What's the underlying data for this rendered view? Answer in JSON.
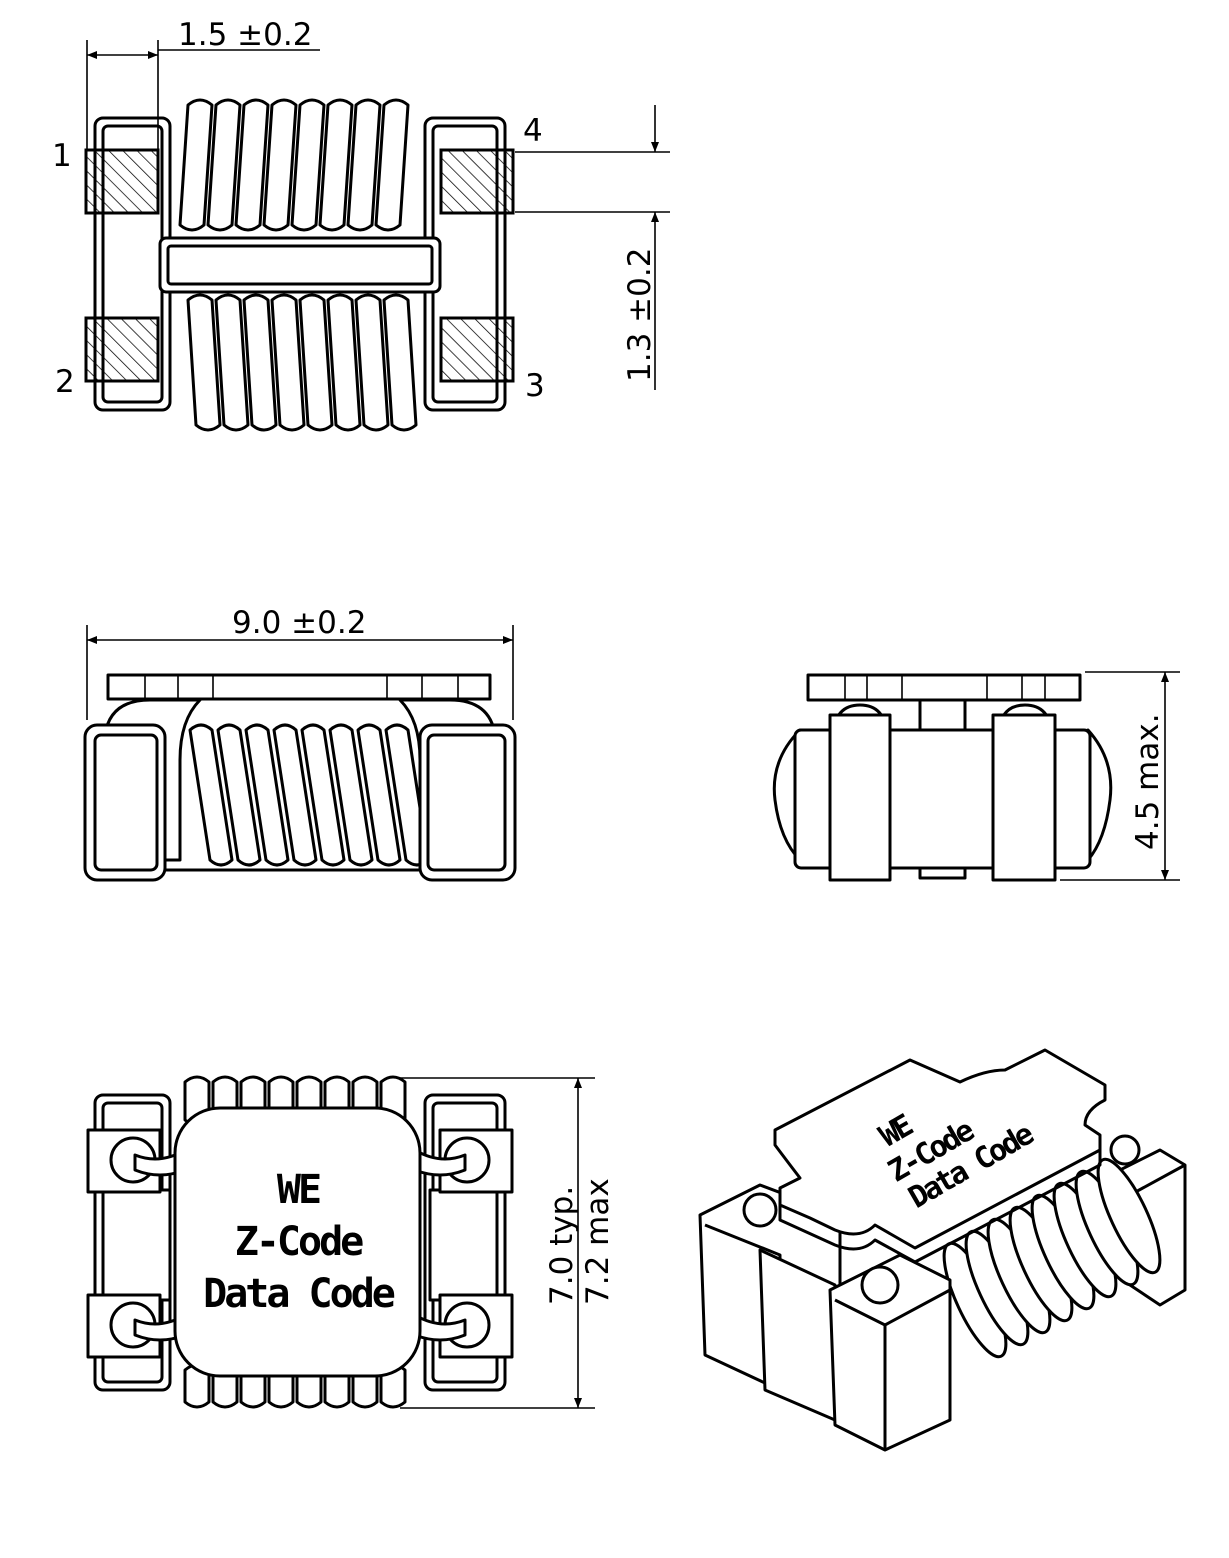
{
  "top_view": {
    "pitch_dim": "1.5 ±0.2",
    "pad_dim": "1.3 ±0.2",
    "pins": [
      "1",
      "2",
      "3",
      "4"
    ]
  },
  "side_view": {
    "length_dim": "9.0 ±0.2"
  },
  "end_view": {
    "height_dim": "4.5 max."
  },
  "bottom_view": {
    "marking": [
      "WE",
      "Z-Code",
      "Data Code"
    ],
    "width_typ": "7.0 typ.",
    "width_max": "7.2 max"
  },
  "iso_view": {
    "marking": [
      "WE",
      "Z-Code",
      "Data Code"
    ]
  },
  "colors": {
    "line": "#000000",
    "background": "#ffffff"
  }
}
